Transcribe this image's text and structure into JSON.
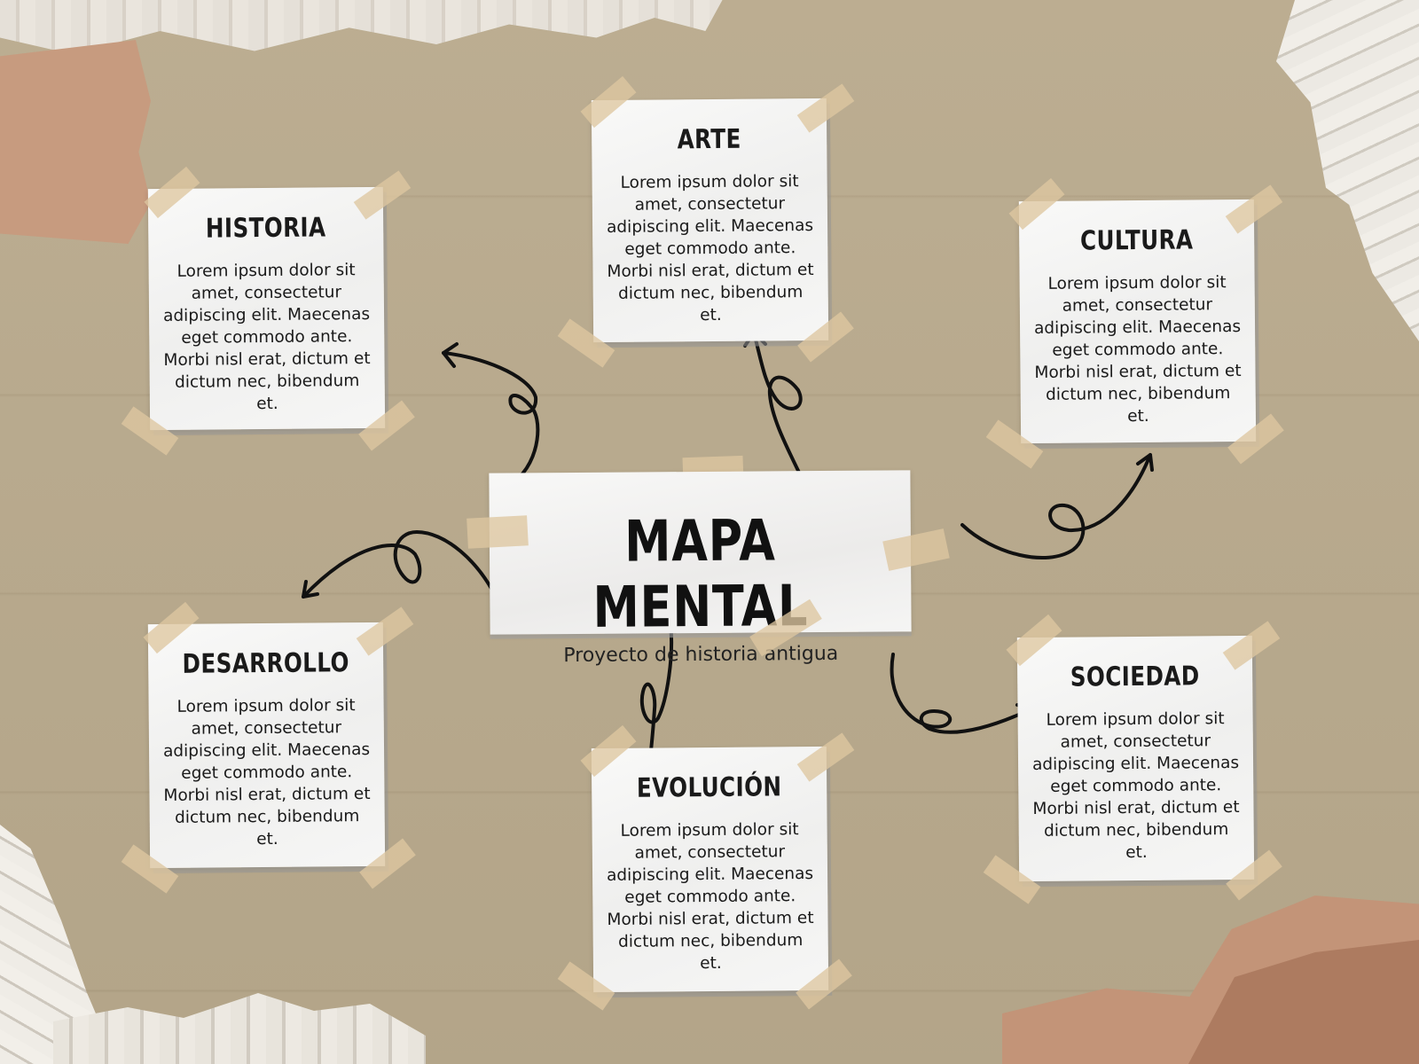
{
  "center": {
    "title": "MAPA MENTAL",
    "subtitle": "Proyecto de historia antigua"
  },
  "nodes": [
    {
      "title": "HISTORIA",
      "text": "Lorem ipsum dolor sit amet, consectetur adipiscing elit. Maecenas eget commodo ante. Morbi nisl erat, dictum et dictum nec, bibendum et."
    },
    {
      "title": "ARTE",
      "text": "Lorem ipsum dolor sit amet, consectetur adipiscing elit. Maecenas eget commodo ante. Morbi nisl erat, dictum et dictum nec, bibendum et."
    },
    {
      "title": "CULTURA",
      "text": "Lorem ipsum dolor sit amet, consectetur adipiscing elit. Maecenas eget commodo ante. Morbi nisl erat, dictum et dictum nec, bibendum et."
    },
    {
      "title": "DESARROLLO",
      "text": "Lorem ipsum dolor sit amet, consectetur adipiscing elit. Maecenas eget commodo ante. Morbi nisl erat, dictum et dictum nec, bibendum et."
    },
    {
      "title": "EVOLUCIÓN",
      "text": "Lorem ipsum dolor sit amet, consectetur adipiscing elit. Maecenas eget commodo ante. Morbi nisl erat, dictum et dictum nec, bibendum et."
    },
    {
      "title": "SOCIEDAD",
      "text": "Lorem ipsum dolor sit amet, consectetur adipiscing elit. Maecenas eget commodo ante. Morbi nisl erat, dictum et dictum nec, bibendum et."
    }
  ],
  "colors": {
    "background": "#b9aa8d",
    "paper": "#f6f6f5",
    "tape": "#dec6a0",
    "ink": "#111111"
  }
}
